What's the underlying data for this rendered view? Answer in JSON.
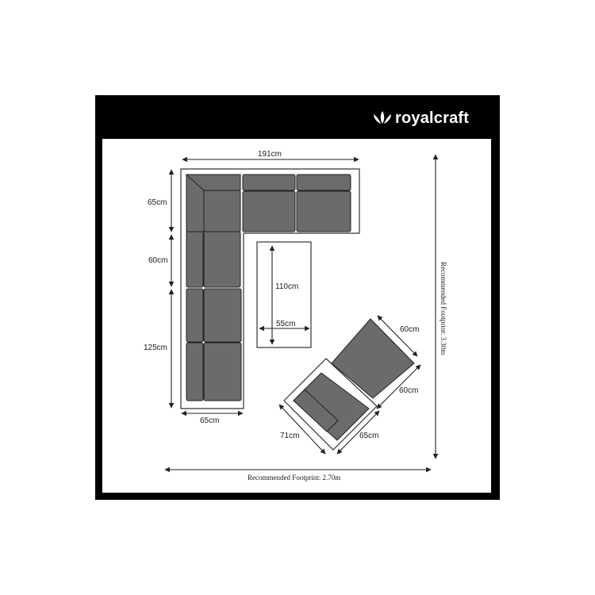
{
  "brand": {
    "name": "royalcraft",
    "logo_icon": "lotus-icon"
  },
  "colors": {
    "frame_black": "#000000",
    "canvas_white": "#ffffff",
    "cushion_grey": "#6b6b6b"
  },
  "dimensions": {
    "corner_width": "191cm",
    "corner_depth": "65cm",
    "section_60": "60cm",
    "section_125": "125cm",
    "left_depth": "65cm",
    "table_length": "110cm",
    "table_width": "55cm",
    "lounger_top": "60cm",
    "lounger_right": "60cm",
    "lounger_bottom_left": "71cm",
    "lounger_bottom_right": "65cm"
  },
  "footprint": {
    "width_label": "Recommended Footprint: 2.70m",
    "depth_label": "Recommended Footprint: 3.30m"
  }
}
